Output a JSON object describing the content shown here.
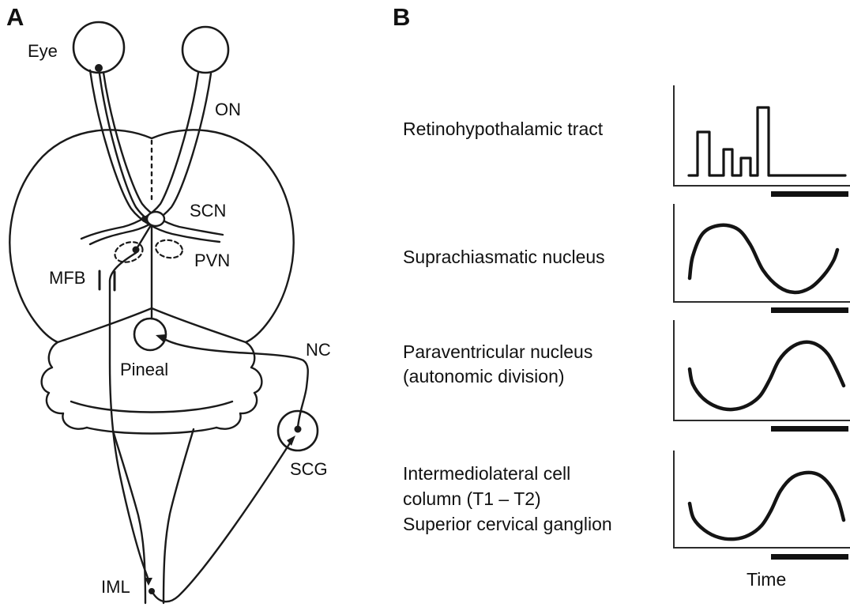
{
  "background": "#ffffff",
  "ink_color": "#1a1a1a",
  "panel_a": {
    "label": "A",
    "annotations": {
      "eye": "Eye",
      "optic_nerve": "ON",
      "suprachiasmatic_nucleus": "SCN",
      "paraventricular_nucleus": "PVN",
      "medial_forebrain_bundle": "MFB",
      "pineal": "Pineal",
      "nervus_conarii": "NC",
      "superior_cervical_ganglion": "SCG",
      "intermediolateral_column": "IML"
    }
  },
  "panel_b": {
    "label": "B",
    "time_label": "Time",
    "rows": [
      {
        "lines": [
          "Retinohypothalamic tract"
        ],
        "pattern": "irregular square pulses during light phase, quiescent baseline during dark phase",
        "dark_phase_bar": true,
        "waveform": {
          "type": "step",
          "stroke_width": 3.2,
          "points": [
            [
              26,
              124
            ],
            [
              37,
              124
            ],
            [
              37,
              69
            ],
            [
              52,
              69
            ],
            [
              52,
              124
            ],
            [
              70,
              124
            ],
            [
              70,
              91
            ],
            [
              81,
              91
            ],
            [
              81,
              124
            ],
            [
              92,
              124
            ],
            [
              92,
              102
            ],
            [
              104,
              102
            ],
            [
              104,
              124
            ],
            [
              113,
              124
            ],
            [
              113,
              38
            ],
            [
              127,
              38
            ],
            [
              127,
              124
            ],
            [
              224,
              124
            ]
          ]
        }
      },
      {
        "lines": [
          "Suprachiasmatic nucleus"
        ],
        "pattern": "sinusoidal rhythm, peak during light phase, trough during dark phase",
        "dark_phase_bar": true,
        "waveform": {
          "type": "smooth",
          "stroke_width": 4.5,
          "points": [
            [
              27,
              104
            ],
            [
              31,
              76
            ],
            [
              44,
              47
            ],
            [
              66,
              37
            ],
            [
              88,
              42
            ],
            [
              104,
              62
            ],
            [
              120,
              94
            ],
            [
              140,
              115
            ],
            [
              160,
              122
            ],
            [
              180,
              116
            ],
            [
              197,
              100
            ],
            [
              209,
              82
            ],
            [
              214,
              68
            ]
          ]
        }
      },
      {
        "lines": [
          "Paraventricular nucleus",
          "(autonomic division)"
        ],
        "pattern": "sinusoidal rhythm, trough during light phase, peak during dark phase",
        "dark_phase_bar": true,
        "waveform": {
          "type": "smooth",
          "stroke_width": 4.5,
          "points": [
            [
              27,
              71
            ],
            [
              31,
              90
            ],
            [
              44,
              108
            ],
            [
              62,
              119
            ],
            [
              81,
              122
            ],
            [
              100,
              117
            ],
            [
              116,
              105
            ],
            [
              128,
              85
            ],
            [
              140,
              60
            ],
            [
              155,
              44
            ],
            [
              172,
              37
            ],
            [
              188,
              40
            ],
            [
              202,
              52
            ],
            [
              213,
              72
            ],
            [
              222,
              92
            ]
          ]
        }
      },
      {
        "lines": [
          "Intermediolateral cell",
          "column (T1 – T2)",
          "Superior cervical ganglion"
        ],
        "pattern": "sinusoidal rhythm, trough during light phase, peak during dark phase",
        "dark_phase_bar": true,
        "waveform": {
          "type": "smooth",
          "stroke_width": 4.5,
          "points": [
            [
              27,
              77
            ],
            [
              32,
              96
            ],
            [
              46,
              111
            ],
            [
              64,
              120
            ],
            [
              84,
              122
            ],
            [
              102,
              117
            ],
            [
              118,
              105
            ],
            [
              130,
              86
            ],
            [
              142,
              61
            ],
            [
              157,
              44
            ],
            [
              175,
              38
            ],
            [
              191,
              41
            ],
            [
              204,
              53
            ],
            [
              215,
              73
            ],
            [
              222,
              98
            ]
          ]
        }
      }
    ]
  },
  "chart_data": [
    {
      "type": "line",
      "title": "Retinohypothalamic tract",
      "xlabel": "Time",
      "waveform": "irregular square pulses",
      "pulse_relative_heights": [
        0.64,
        0.38,
        0.26,
        1.0
      ],
      "dark_phase": "black bar under right half of time axis",
      "activity_in_dark_phase": "flat baseline"
    },
    {
      "type": "line",
      "title": "Suprachiasmatic nucleus",
      "xlabel": "Time",
      "waveform": "sinusoid",
      "phase": "peak during light phase, trough during dark phase",
      "dark_phase": "black bar under right half of time axis"
    },
    {
      "type": "line",
      "title": "Paraventricular nucleus (autonomic division)",
      "xlabel": "Time",
      "waveform": "sinusoid",
      "phase": "trough during light phase, peak during dark phase",
      "dark_phase": "black bar under right half of time axis"
    },
    {
      "type": "line",
      "title": "Intermediolateral cell column (T1 – T2) / Superior cervical ganglion",
      "xlabel": "Time",
      "waveform": "sinusoid",
      "phase": "trough during light phase, peak during dark phase",
      "dark_phase": "black bar under right half of time axis"
    }
  ]
}
